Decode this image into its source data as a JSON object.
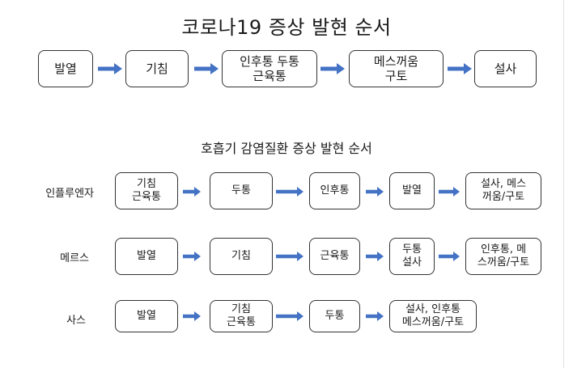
{
  "title": "코로나19 증상 발현 순서",
  "covid_flow": [
    "발열",
    "기침",
    "인후통 두통\n근육통",
    "메스꺼움\n구토",
    "설사"
  ],
  "subtitle": "호흡기 감염질환 증상 발현 순서",
  "rows": [
    {
      "label": "인플루엔자",
      "steps": [
        "기침\n근육통",
        "두통",
        "인후통",
        "발열",
        "설사, 메스\n꺼움/구토"
      ]
    },
    {
      "label": "메르스",
      "steps": [
        "발열",
        "기침",
        "근육통",
        "두통\n설사",
        "인후통, 메\n스꺼움/구토"
      ]
    },
    {
      "label": "사스",
      "steps": [
        "발열",
        "기침\n근육통",
        "두통",
        "설사, 인후통\n메스꺼움/구토"
      ]
    }
  ],
  "arrow_color": "#4472C4"
}
